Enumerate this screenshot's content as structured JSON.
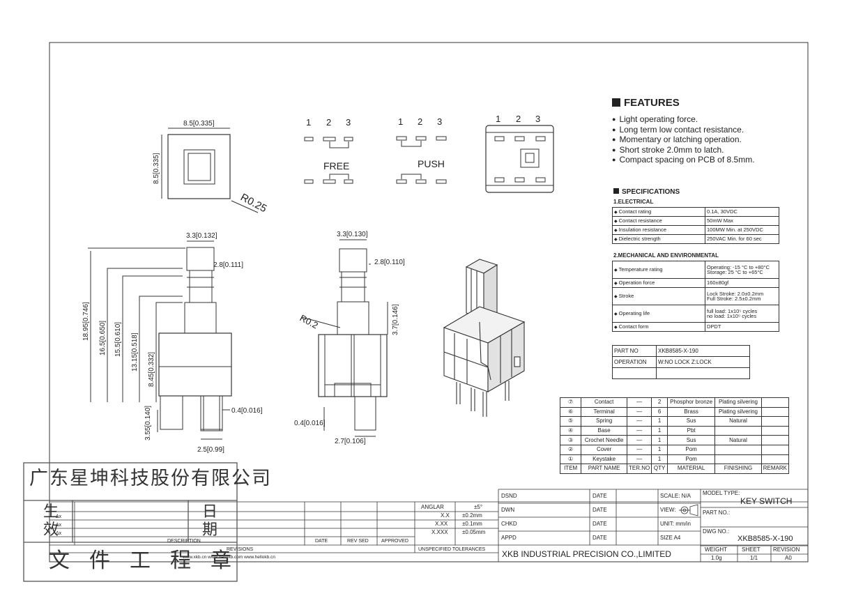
{
  "top_view": {
    "dim_w": "8.5[0.335]",
    "dim_h": "8.5[0.335]",
    "radius": "R0.25"
  },
  "free_diagram": {
    "pins": [
      "1",
      "2",
      "3"
    ],
    "label": "FREE"
  },
  "push_diagram": {
    "pins": [
      "1",
      "2",
      "3"
    ],
    "label": "PUSH"
  },
  "pcb_view": {
    "pins": [
      "1",
      "2",
      "3"
    ]
  },
  "side_view": {
    "d_top": "3.3[0.132]",
    "d_plunger": "2.8[0.111]",
    "d_total": "18.95[0.746]",
    "d_165": "16.5[0.650]",
    "d_155": "15.5[0.610]",
    "d_1315": "13.15[0.518]",
    "d_845": "8.45[0.332]",
    "d_355": "3.55[0.140]",
    "d_04": "0.4[0.016]",
    "d_25": "2.5[0.99]"
  },
  "front_view": {
    "d_top": "3.3[0.130]",
    "d_plunger": "2.8[0.110]",
    "d_37": "3.7[0.146]",
    "radius": "R0.2",
    "d_04": "0.4[0.016]",
    "d_27": "2.7[0.106]"
  },
  "features": {
    "title": "FEATURES",
    "items": [
      "Light operating force.",
      "Long term low contact resistance.",
      "Momentary or latching operation.",
      "Short stroke 2.0mm to latch.",
      "Compact spacing on PCB of  8.5mm."
    ]
  },
  "specifications": {
    "title": "SPECIFICATIONS",
    "electrical": {
      "title": "1.ELECTRICAL",
      "rows": [
        [
          "Contact rating",
          "0.1A, 30VDC"
        ],
        [
          "Contact resistance",
          "50mW Max"
        ],
        [
          "Insulation  resistance",
          "100MW Min. at 250VDC"
        ],
        [
          "Dielectric strength",
          "250VAC Min. for 60 sec"
        ]
      ]
    },
    "mechanical": {
      "title": "2.MECHANICAL AND ENVIRONMENTAL",
      "rows": [
        [
          "Temperature rating",
          "Operating: -15 °C to +80°C",
          "Storage:  25 °C to +65°C"
        ],
        [
          "Operation force",
          "160±80gf",
          ""
        ],
        [
          "Stroke",
          "Lock Stroke: 2.0±0.2mm",
          "Full Stroke: 2.5±0.2mm"
        ],
        [
          "Operating life",
          "full load: 1x10⁵ cycles",
          "no load: 1x10⁵ cycles"
        ],
        [
          "Contact form",
          "DPDT",
          ""
        ]
      ]
    }
  },
  "part_table": {
    "rows": [
      [
        "PART NO",
        "XKB8585-X-190"
      ],
      [
        "OPERATION",
        "W:NO LOCK Z:LOCK"
      ],
      [
        "",
        ""
      ]
    ]
  },
  "bom": {
    "header": [
      "ITEM",
      "PART NAME",
      "TER.NO",
      "QTY",
      "MATERIAL",
      "FINISHING",
      "REMARK"
    ],
    "rows": [
      [
        "⑦",
        "Contact",
        "—",
        "2",
        "Phosphor bronze",
        "Plating silvering",
        ""
      ],
      [
        "⑥",
        "Terminal",
        "—",
        "6",
        "Brass",
        "Plating silvering",
        ""
      ],
      [
        "⑤",
        "Spring",
        "—",
        "1",
        "Sus",
        "Natural",
        ""
      ],
      [
        "④",
        "Base",
        "—",
        "1",
        "Pbt",
        "",
        ""
      ],
      [
        "③",
        "Crochet Needle",
        "—",
        "1",
        "Sus",
        "Natural",
        ""
      ],
      [
        "②",
        "Cover",
        "—",
        "1",
        "Pom",
        "",
        ""
      ],
      [
        "①",
        "Keystake",
        "—",
        "1",
        "Pom",
        "",
        ""
      ]
    ]
  },
  "title_block": {
    "dsnd": "DSND",
    "dwn": "DWN",
    "chkd": "CHKD",
    "appd": "APPD",
    "date": "DATE",
    "scale": "SCALE: N/A",
    "view": "VIEW:",
    "unit": "UNIT: mm/in",
    "size": "SIZE  A4",
    "model_type_label": "MODEL TYPE:",
    "model_type": "KEY SWITCH",
    "part_no_label": "PART NO.:",
    "dwg_no_label": "DWG NO.:",
    "dwg_no": "XKB8585-X-190",
    "weight_label": "WEIGHT",
    "sheet_label": "SHEET",
    "revision_label": "REVISION",
    "weight": "1.0g",
    "sheet": "1/1",
    "revision": "A0",
    "company": "XKB INDUSTRIAL PRECISION CO.,LIMITED"
  },
  "tolerance_block": {
    "angular_label": "ANGLAR",
    "angular": "±5°",
    "xx_label": "X.X",
    "xx": "±0.2mm",
    "xxx_label": "X.XX",
    "xxx": "±0.1mm",
    "xxxx_label": "X.XXX",
    "xxxx": "±0.05mm",
    "unspecified": "UNSPECIFIED TOLERANCES"
  },
  "revision_block": {
    "marks": [
      "Δx",
      "Δx",
      "Δx"
    ],
    "description": "DESCRIPTION",
    "date": "DATE",
    "rev_sed": "REV SED",
    "approved": "APPROVED",
    "revisions": "REVISIONS",
    "urls": "www.xkb.cn  www.hellokb.com  www.hellokb.cn"
  },
  "stamp": {
    "company_cn": "广东星坤科技股份有限公司",
    "effective_cn": "生效",
    "date_cn": "日期",
    "doc_cn": "文件工程章"
  }
}
